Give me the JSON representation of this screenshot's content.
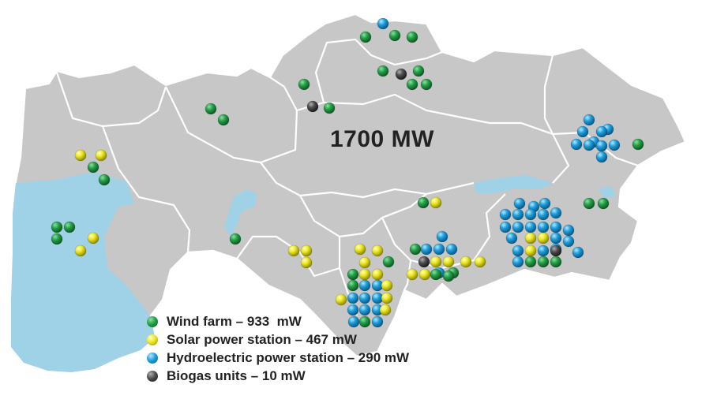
{
  "total_capacity": "1700 MW",
  "legend": [
    {
      "label": "Wind farm – 933  mW",
      "color": "#1e8a3a",
      "kind": "wind"
    },
    {
      "label": "Solar power station – 467 mW",
      "color": "#e4df1a",
      "kind": "solar"
    },
    {
      "label": "Hydroelectric power station – 290 mW",
      "color": "#1a98d6",
      "kind": "hydro"
    },
    {
      "label": "Biogas units – 10 mW",
      "color": "#4a4a4a",
      "kind": "biogas"
    }
  ],
  "colors": {
    "land": "#c7c7c7",
    "water": "#9fd2e6",
    "borders": "#ffffff"
  }
}
